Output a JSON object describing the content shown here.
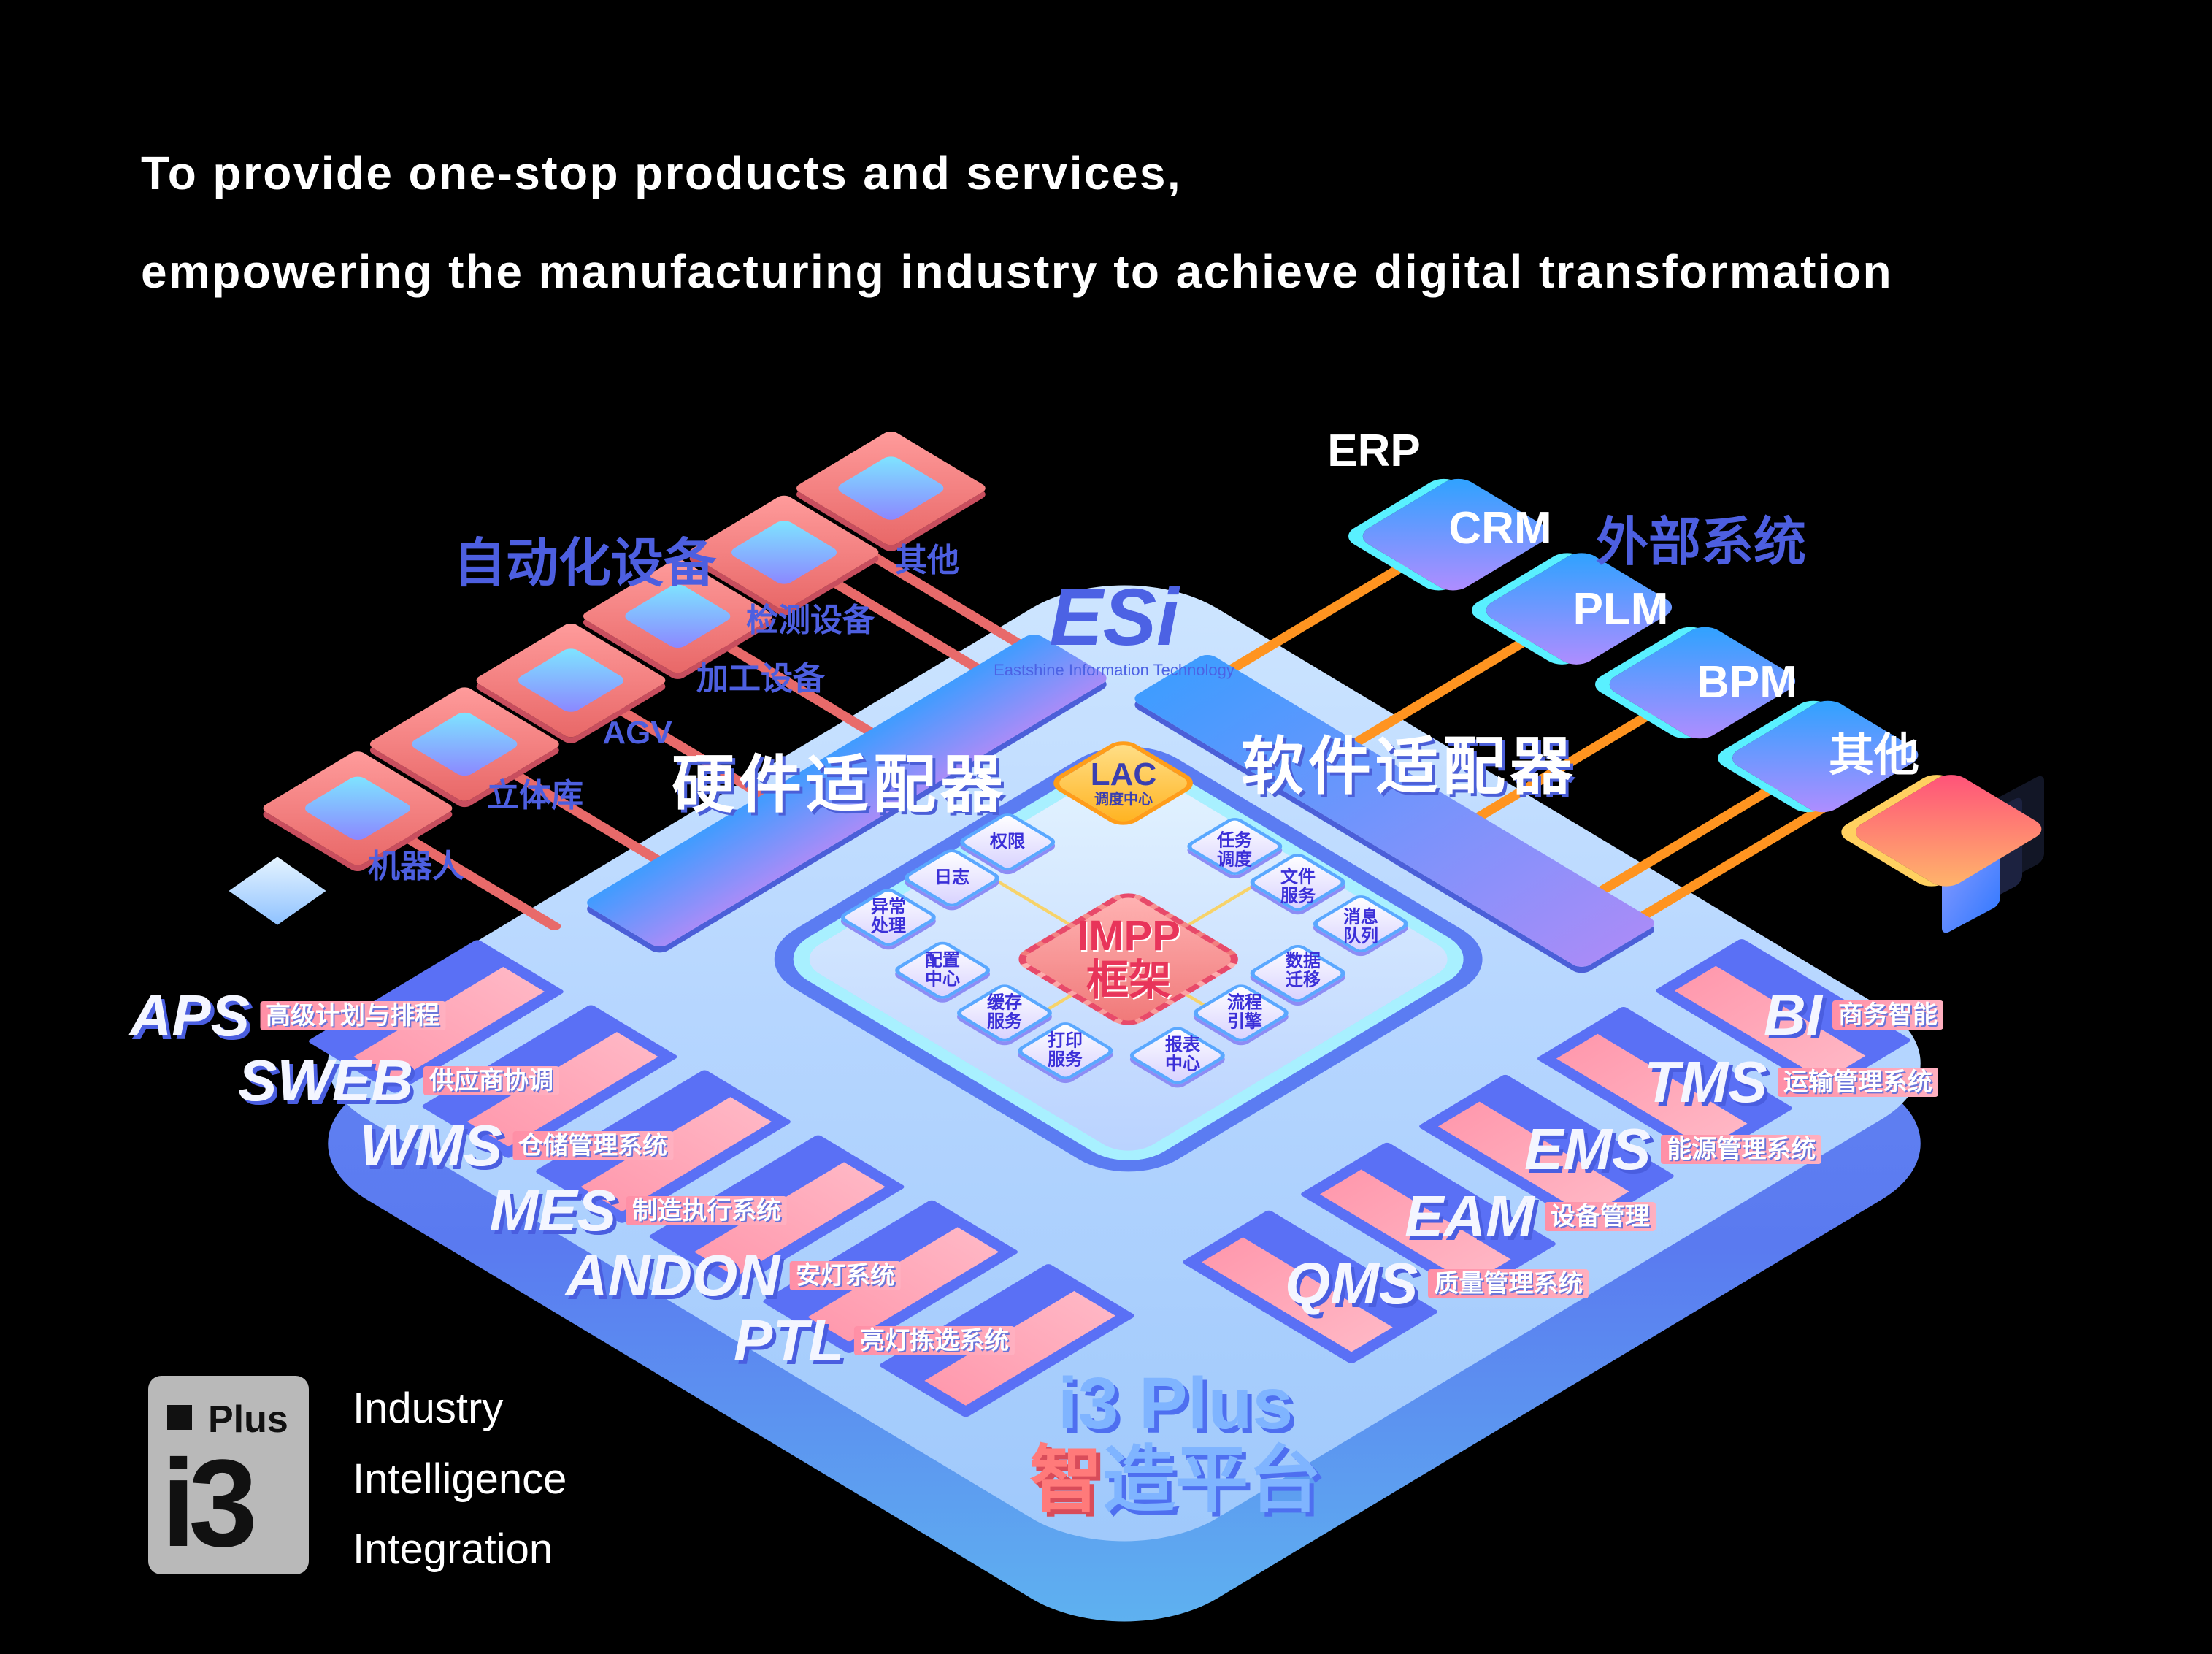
{
  "headline": {
    "line1": "To provide one-stop products and services,",
    "line2": "empowering the manufacturing industry to achieve digital transformation"
  },
  "brand_logo": {
    "name": "ESi",
    "sub": "Eastshine Information Technology"
  },
  "automation": {
    "group_label": "自动化设备",
    "devices": [
      "机器人",
      "立体库",
      "AGV",
      "加工设备",
      "检测设备",
      "其他"
    ]
  },
  "external": {
    "group_label": "外部系统",
    "systems": [
      "ERP",
      "CRM",
      "PLM",
      "BPM",
      "其他"
    ]
  },
  "adapters": {
    "hardware": "硬件适配器",
    "software": "软件适配器"
  },
  "core": {
    "impp": {
      "line1": "IMPP",
      "line2": "框架"
    },
    "lac": {
      "name": "LAC",
      "sub": "调度中心"
    },
    "services": [
      {
        "l1": "权限",
        "l2": ""
      },
      {
        "l1": "日志",
        "l2": ""
      },
      {
        "l1": "异常",
        "l2": "处理"
      },
      {
        "l1": "任务",
        "l2": "调度"
      },
      {
        "l1": "文件",
        "l2": "服务"
      },
      {
        "l1": "消息",
        "l2": "队列"
      },
      {
        "l1": "配置",
        "l2": "中心"
      },
      {
        "l1": "缓存",
        "l2": "服务"
      },
      {
        "l1": "打印",
        "l2": "服务"
      },
      {
        "l1": "报表",
        "l2": "中心"
      },
      {
        "l1": "流程",
        "l2": "引擎"
      },
      {
        "l1": "数据",
        "l2": "迁移"
      }
    ]
  },
  "modules_left": [
    {
      "code": "APS",
      "name": "高级计划与排程"
    },
    {
      "code": "SWEB",
      "name": "供应商协调"
    },
    {
      "code": "WMS",
      "name": "仓储管理系统"
    },
    {
      "code": "MES",
      "name": "制造执行系统"
    },
    {
      "code": "ANDON",
      "name": "安灯系统"
    },
    {
      "code": "PTL",
      "name": "亮灯拣选系统"
    }
  ],
  "modules_right": [
    {
      "code": "QMS",
      "name": "质量管理系统"
    },
    {
      "code": "EAM",
      "name": "设备管理"
    },
    {
      "code": "EMS",
      "name": "能源管理系统"
    },
    {
      "code": "TMS",
      "name": "运输管理系统"
    },
    {
      "code": "BI",
      "name": "商务智能"
    }
  ],
  "platform_title": {
    "prefix": "i3 Plus",
    "highlight": "智",
    "rest": "造平台"
  },
  "logo": {
    "plus": "Plus",
    "mark": "i3"
  },
  "tagline": [
    "Industry",
    "Intelligence",
    "Integration"
  ]
}
